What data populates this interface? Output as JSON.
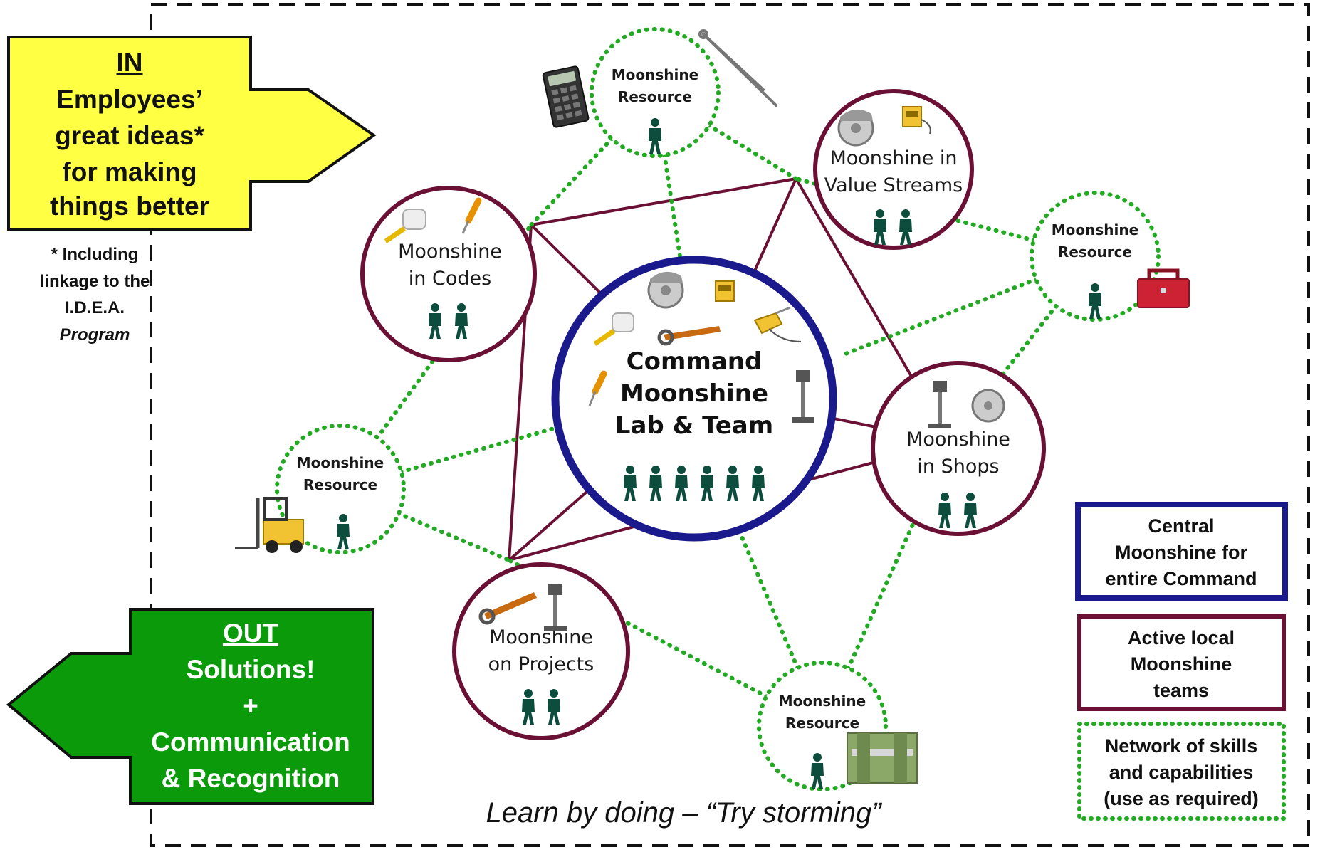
{
  "in_box": {
    "heading": "IN",
    "lines": [
      "Employees’",
      "great ideas*",
      "for making",
      "things better"
    ],
    "fill": "#ffff44"
  },
  "footnote": {
    "lines": [
      "* Including",
      "linkage to the",
      "I.D.E.A."
    ],
    "italic_line": "Program"
  },
  "out_box": {
    "heading": "OUT",
    "lines": [
      "Solutions!",
      "+",
      "Communication",
      "& Recognition"
    ],
    "fill": "#0a9a0a"
  },
  "center": {
    "lines": [
      "Command",
      "Moonshine",
      "Lab & Team"
    ],
    "people": 6,
    "color": "#1a1a8c"
  },
  "teams": [
    {
      "id": "codes",
      "lines": [
        "Moonshine",
        "in Codes"
      ],
      "people": 2
    },
    {
      "id": "value-streams",
      "lines": [
        "Moonshine in",
        "Value Streams"
      ],
      "people": 2
    },
    {
      "id": "shops",
      "lines": [
        "Moonshine",
        "in Shops"
      ],
      "people": 2
    },
    {
      "id": "projects",
      "lines": [
        "Moonshine",
        "on Projects"
      ],
      "people": 2
    }
  ],
  "resources": [
    {
      "id": "top",
      "lines": [
        "Moonshine",
        "Resource"
      ]
    },
    {
      "id": "right",
      "lines": [
        "Moonshine",
        "Resource"
      ]
    },
    {
      "id": "left",
      "lines": [
        "Moonshine",
        "Resource"
      ]
    },
    {
      "id": "bottom",
      "lines": [
        "Moonshine",
        "Resource"
      ]
    }
  ],
  "legend": {
    "central": [
      "Central",
      "Moonshine for",
      "entire Command"
    ],
    "local": [
      "Active local",
      "Moonshine",
      "teams"
    ],
    "network": [
      "Network of skills",
      "and capabilities",
      "(use as required)"
    ]
  },
  "tagline": "Learn by doing – “Try storming”",
  "colors": {
    "team_ring": "#6b1035",
    "center_ring": "#1a1a8c",
    "network": "#22aa22",
    "person": "#0d4d3d"
  }
}
